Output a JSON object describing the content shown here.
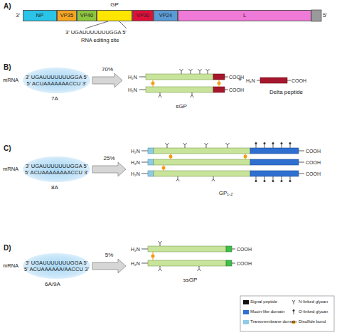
{
  "diagram": {
    "nodes": [
      {
        "text": [
          "NP"
        ]
      },
      {
        "text": [
          "VP35"
        ]
      },
      {
        "text": [
          "VP40"
        ]
      },
      {
        "text": [
          "GP"
        ]
      },
      {
        "text": [
          "VP30"
        ]
      },
      {
        "text": [
          "VP24"
        ]
      },
      {
        "text": [
          "L"
        ]
      },
      {
        "text": [
          "3' UGAUUUUUUUGGA 5'",
          "5' ACUAAAAAAACCU 3'"
        ]
      },
      {
        "text": [
          "sGP"
        ]
      },
      {
        "text": [
          "Delta peptide"
        ]
      },
      {
        "text": [
          "3' UGAUUUUUUUGGA 5'",
          "5' ACUAAAAAAAACCU 3'"
        ]
      },
      {
        "text": [
          "GP₁,₂"
        ]
      },
      {
        "text": [
          "3' UGAUUUUUUUGGA 5'",
          "5' ACUAAAAAA/AACCU 3'"
        ]
      },
      {
        "text": [
          "ssGP"
        ]
      }
    ],
    "edges": [
      {
        "from": 7,
        "to": 8,
        "label": "70%",
        "arrow": "to"
      },
      {
        "from": 10,
        "to": 11,
        "label": "25%",
        "arrow": "to"
      },
      {
        "from": 12,
        "to": 13,
        "label": "5%",
        "arrow": "to"
      }
    ],
    "labels": [
      "A)",
      "3'",
      "5'",
      "3' UGAUUUUUUUGGA 5'",
      "RNA editing site",
      "B)",
      "mRNA",
      "7A",
      "H₂N",
      "H₂N",
      "COOH",
      "COOH",
      "+",
      "H₂N",
      "COOH",
      "C)",
      "mRNA",
      "8A",
      "H₂N",
      "H₂N",
      "H₂N",
      "COOH",
      "COOH",
      "COOH",
      "D)",
      "mRNA",
      "6A/9A",
      "H₂N",
      "H₂N",
      "COOH",
      "COOH"
    ],
    "legend": [
      {
        "text": "Signal peptide",
        "color": "#111111"
      },
      {
        "text": "Mucin-like domain",
        "color": "#2e6fd0"
      },
      {
        "text": "Transmembrane domain",
        "color": "#8fcbe6"
      },
      {
        "text": "N-linked glycan"
      },
      {
        "text": "O-linked glycan"
      },
      {
        "text": "Disulfide bond"
      }
    ]
  }
}
